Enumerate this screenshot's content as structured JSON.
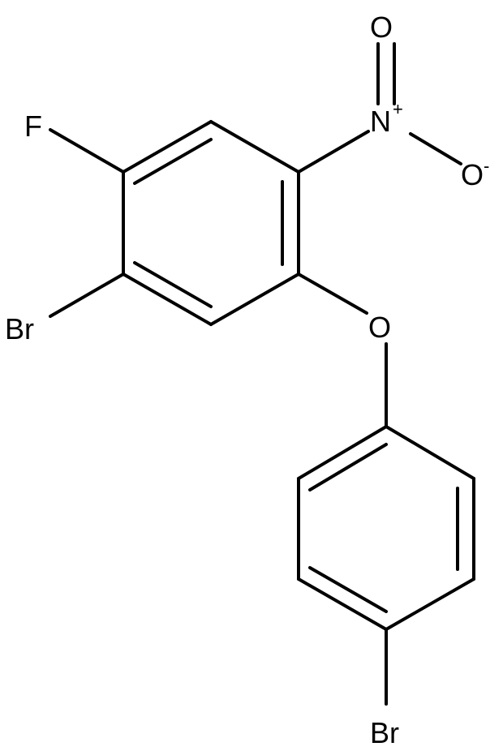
{
  "atoms": {
    "fluorine": "F",
    "bromine_ring1": "Br",
    "nitro_nitrogen": "N",
    "nitro_charge": "+",
    "nitro_oxygen_double": "O",
    "nitro_oxygen_single": "O",
    "oxygen_charge": "-",
    "ether_oxygen": "O",
    "bromine_ring2": "Br"
  },
  "colors": {
    "bond": "#000000",
    "text": "#000000",
    "background": "#ffffff"
  }
}
